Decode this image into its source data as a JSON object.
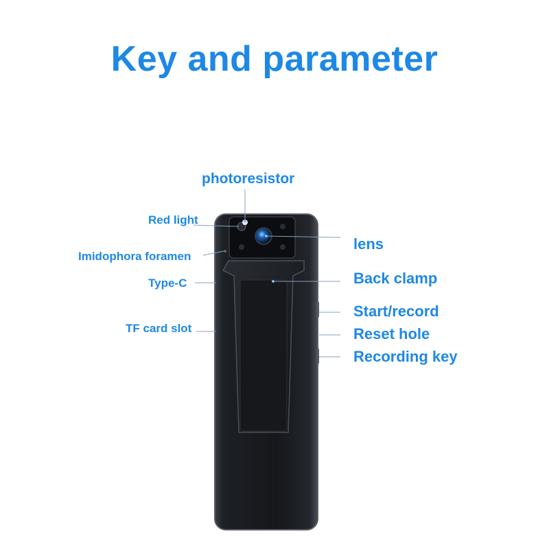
{
  "title": "Key and parameter",
  "colors": {
    "accent": "#1e88e5",
    "device_body": "#15171b"
  },
  "labels": {
    "photoresistor": "photoresistor",
    "red_light": "Red light",
    "imidophora_foramen": "Imidophora foramen",
    "type_c": "Type-C",
    "tf_card_slot": "TF card slot",
    "lens": "lens",
    "back_clamp": "Back clamp",
    "start_record": "Start/record",
    "reset_hole": "Reset hole",
    "recording_key": "Recording key"
  }
}
